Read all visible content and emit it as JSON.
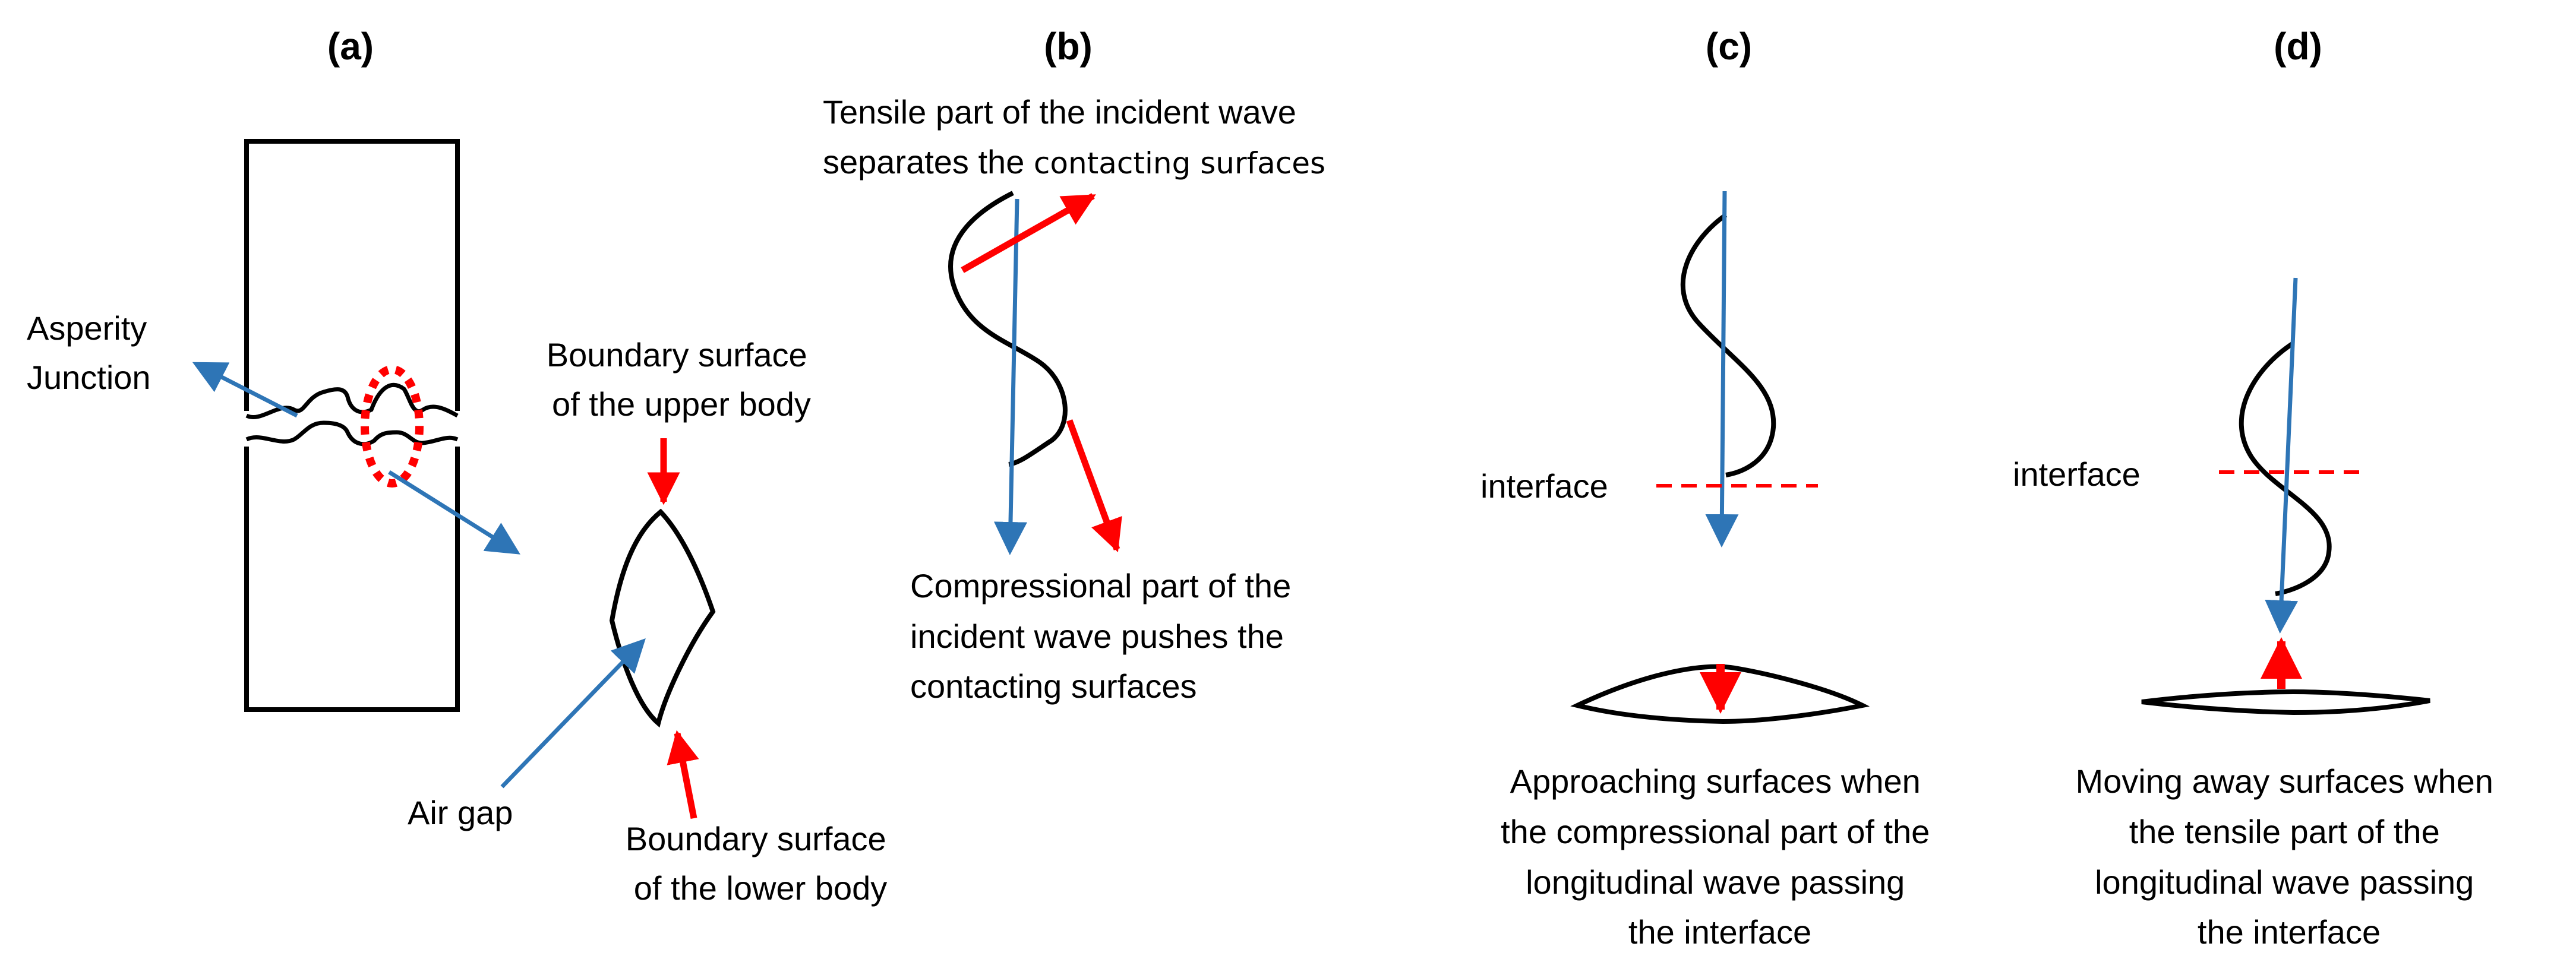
{
  "colors": {
    "ink": "#000000",
    "blue_arrow": "#2e75b6",
    "red_arrow": "#ff0000",
    "background": "#ffffff"
  },
  "panels": {
    "a": {
      "label": "(a)",
      "asperity_label": [
        "Asperity",
        "Junction"
      ],
      "upper_boundary_label": [
        "Boundary surface",
        "of the upper body"
      ],
      "air_gap_label": "Air gap",
      "lower_boundary_label": [
        "Boundary surface",
        "of the lower body"
      ]
    },
    "b": {
      "label": "(b)",
      "tensile_text_line1": "Tensile part of the incident wave",
      "tensile_text_line2_a": "separates the ",
      "tensile_text_line2_b": "contacting surfaces",
      "compressional_text": [
        "Compressional part of the",
        "incident wave pushes the",
        "contacting surfaces"
      ]
    },
    "c": {
      "label": "(c)",
      "interface_label": "interface",
      "caption": [
        "Approaching surfaces when",
        "the compressional part of the",
        "longitudinal wave passing",
        "the interface"
      ]
    },
    "d": {
      "label": "(d)",
      "interface_label": "interface",
      "caption": [
        "Moving away surfaces when",
        "the tensile part of the",
        "longitudinal wave passing",
        "the interface"
      ]
    }
  }
}
